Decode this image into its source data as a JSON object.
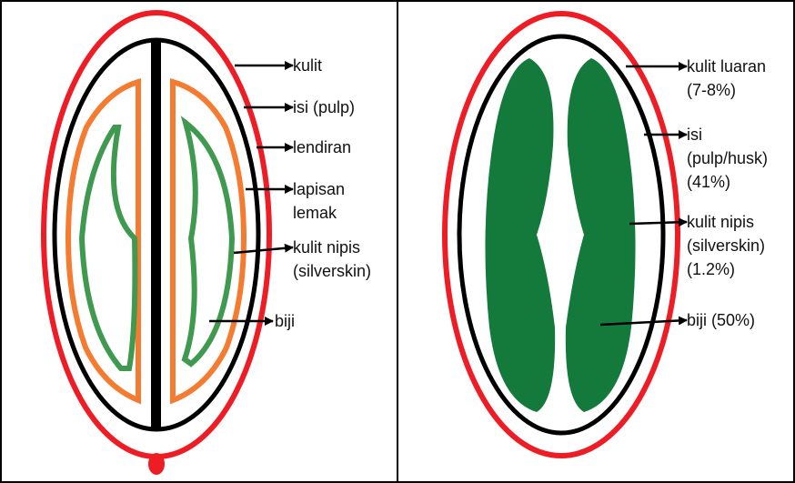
{
  "left_panel": {
    "labels": {
      "kulit": "kulit",
      "isi": "isi (pulp)",
      "lendiran": "lendiran",
      "lapisan_1": "lapisan",
      "lapisan_2": "lemak",
      "kulit_nipis_1": "kulit nipis",
      "kulit_nipis_2": "(silverskin)",
      "biji": "biji"
    }
  },
  "right_panel": {
    "labels": {
      "kulit_luaran_1": "kulit luaran",
      "kulit_luaran_2": "(7-8%)",
      "isi_1": "isi",
      "isi_2": "(pulp/husk)",
      "isi_3": "(41%)",
      "kulit_nipis_1": "kulit nipis",
      "kulit_nipis_2": "(silverskin)",
      "kulit_nipis_3": "(1.2%)",
      "biji": "biji (50%)"
    }
  },
  "colors": {
    "outer_skin": "#ee1c24",
    "pulp_line": "#000000",
    "fat_layer": "#f47b30",
    "silverskin": "#3f9a4f",
    "bean_fill": "#137a3c",
    "border": "#000000"
  }
}
